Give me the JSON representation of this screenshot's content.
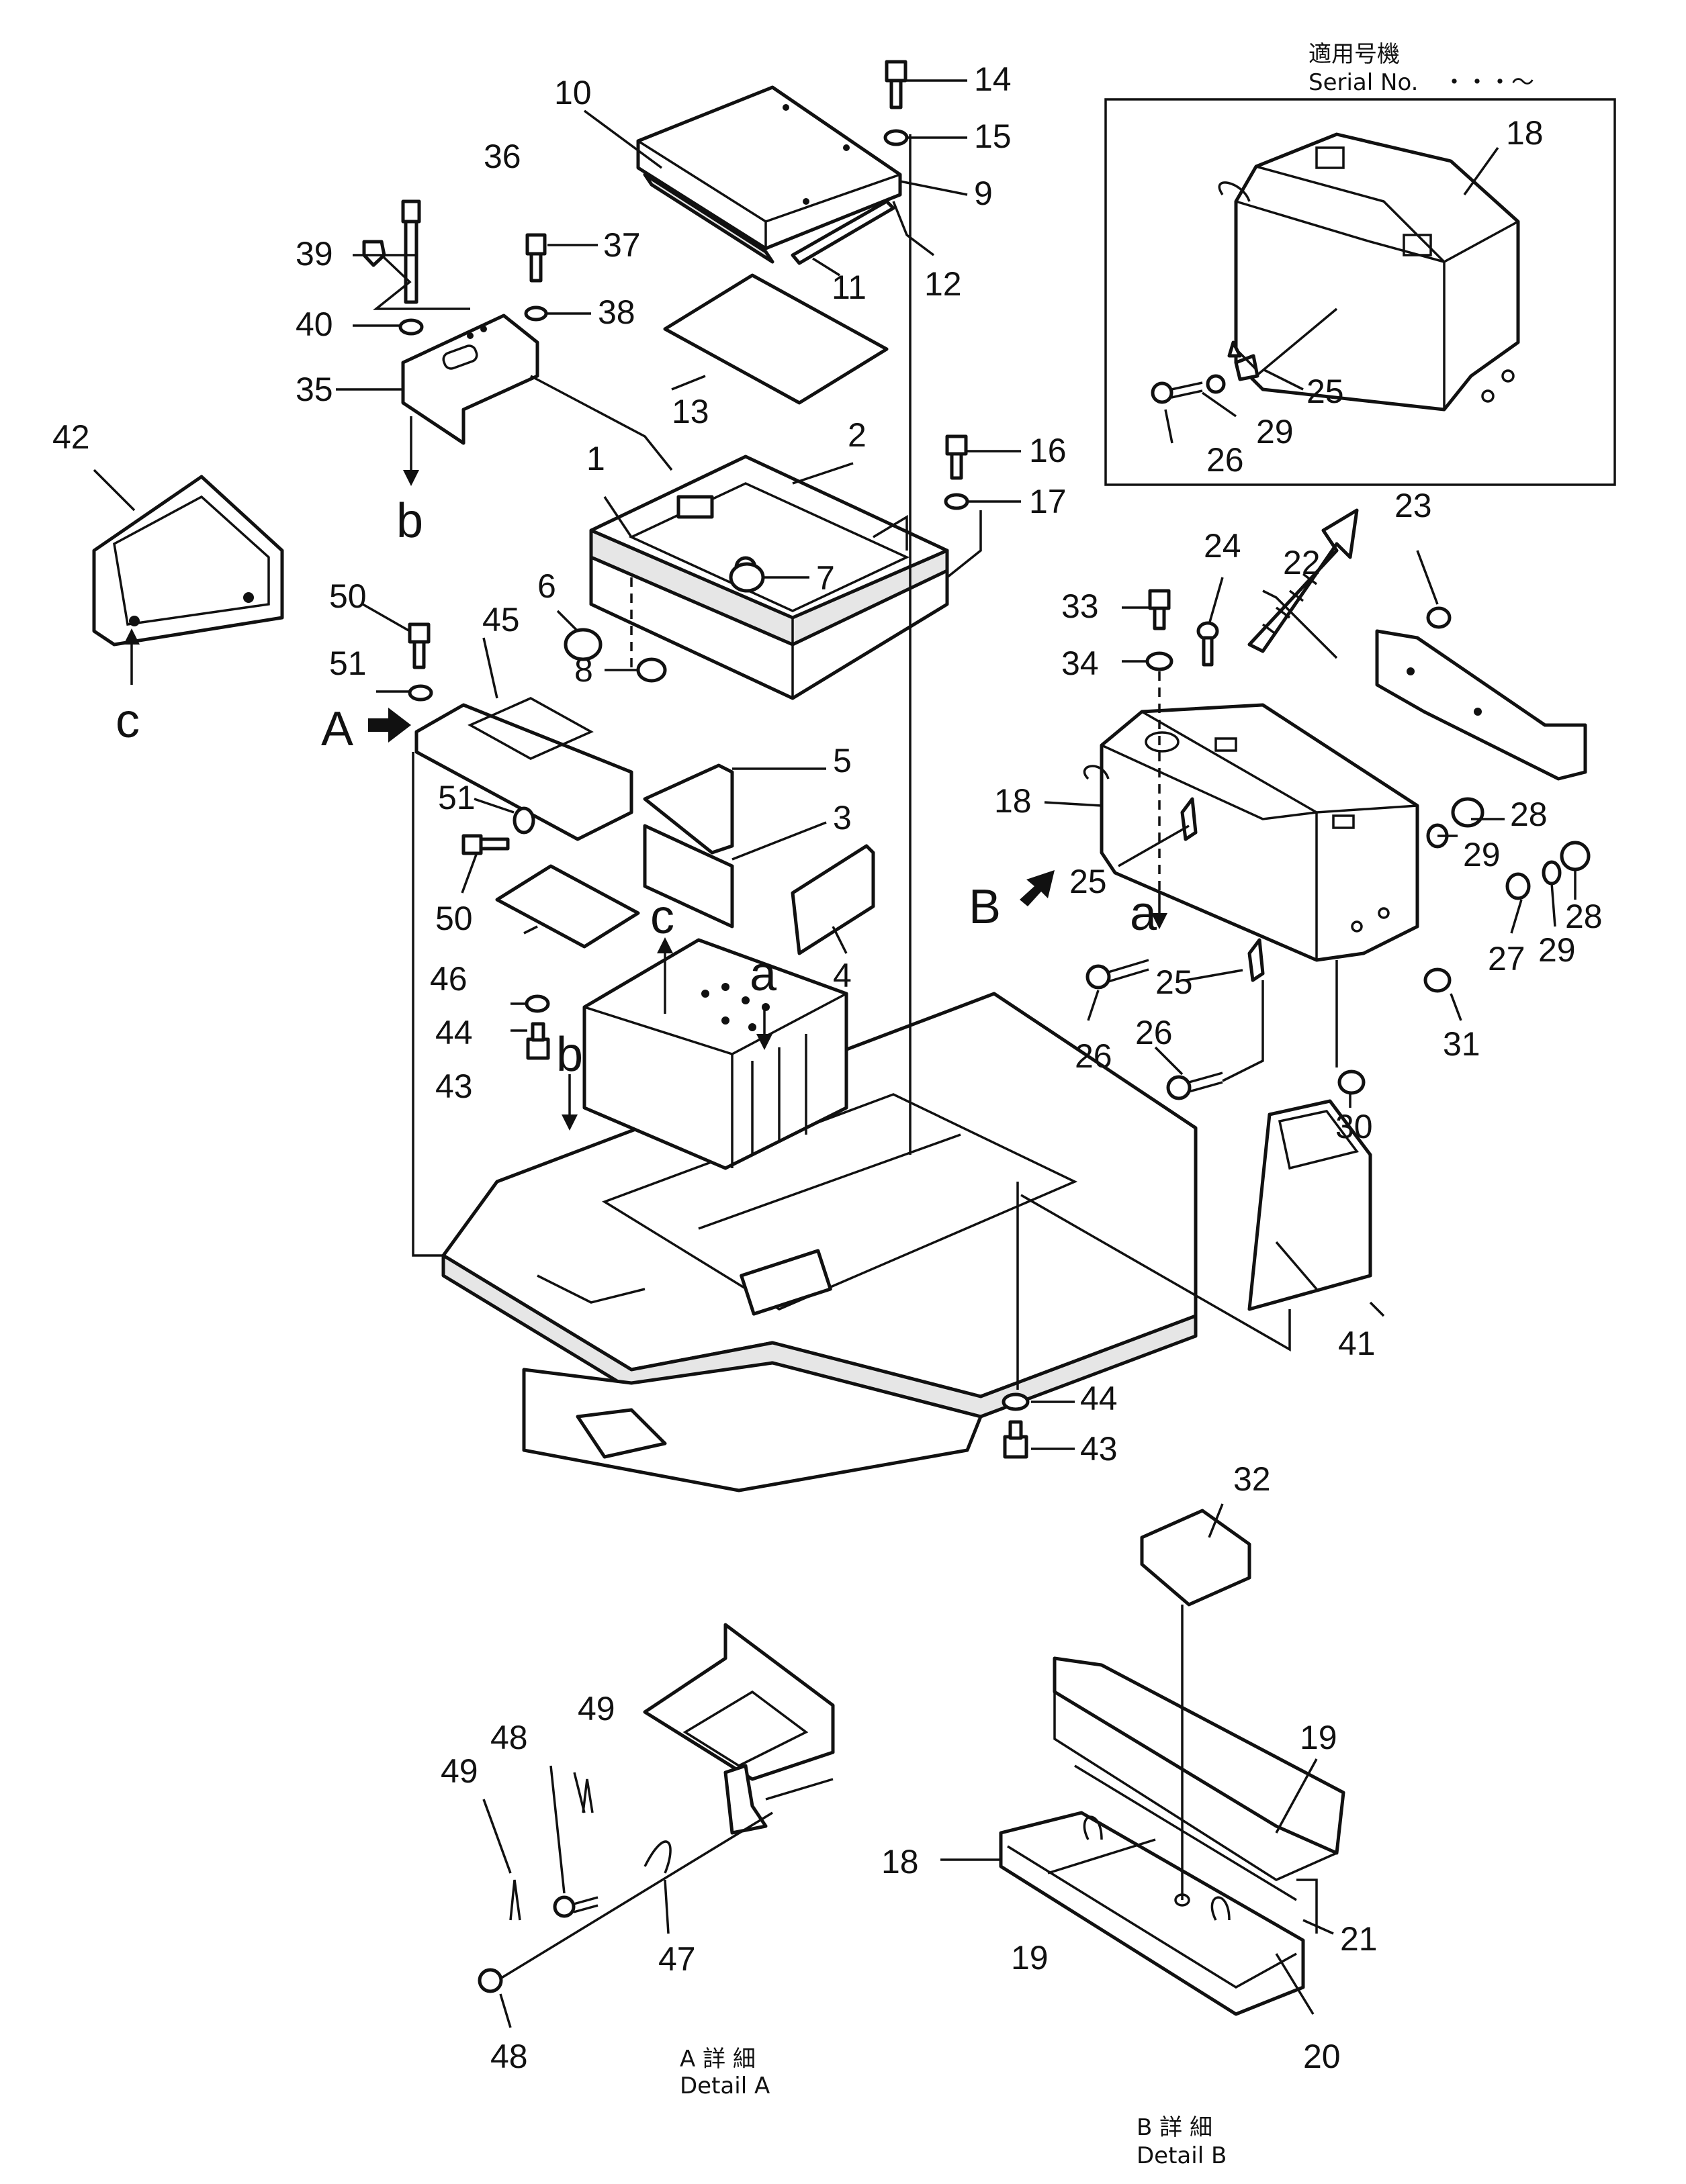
{
  "serial_header": {
    "jp": "適用号機",
    "en": "Serial No.",
    "dots": "・・・～"
  },
  "detail_a": {
    "jp": "A 詳 細",
    "en": "Detail A",
    "marker": "A"
  },
  "detail_b": {
    "jp": "B 詳 細",
    "en": "Detail B",
    "marker": "B"
  },
  "view_letters": [
    "a",
    "b",
    "c"
  ],
  "callouts": {
    "p1": "1",
    "p2": "2",
    "p3": "3",
    "p4": "4",
    "p5": "5",
    "p6": "6",
    "p7": "7",
    "p8": "8",
    "p9": "9",
    "p10": "10",
    "p11": "11",
    "p12": "12",
    "p13": "13",
    "p14": "14",
    "p15": "15",
    "p16": "16",
    "p17": "17",
    "p18a": "18",
    "p18b": "18",
    "p18c": "18",
    "p19a": "19",
    "p19b": "19",
    "p20": "20",
    "p21": "21",
    "p22": "22",
    "p23": "23",
    "p24": "24",
    "p25a": "25",
    "p25b": "25",
    "p25c": "25",
    "p26a": "26",
    "p26b": "26",
    "p26c": "26",
    "p27": "27",
    "p28a": "28",
    "p28b": "28",
    "p29a": "29",
    "p29b": "29",
    "p29c": "29",
    "p30": "30",
    "p31": "31",
    "p32": "32",
    "p33": "33",
    "p34": "34",
    "p35": "35",
    "p36": "36",
    "p37": "37",
    "p38": "38",
    "p39": "39",
    "p40": "40",
    "p41": "41",
    "p42": "42",
    "p43a": "43",
    "p43b": "43",
    "p44a": "44",
    "p44b": "44",
    "p45": "45",
    "p46": "46",
    "p47": "47",
    "p48a": "48",
    "p48b": "48",
    "p49a": "49",
    "p49b": "49",
    "p50a": "50",
    "p50b": "50",
    "p51a": "51",
    "p51b": "51"
  }
}
